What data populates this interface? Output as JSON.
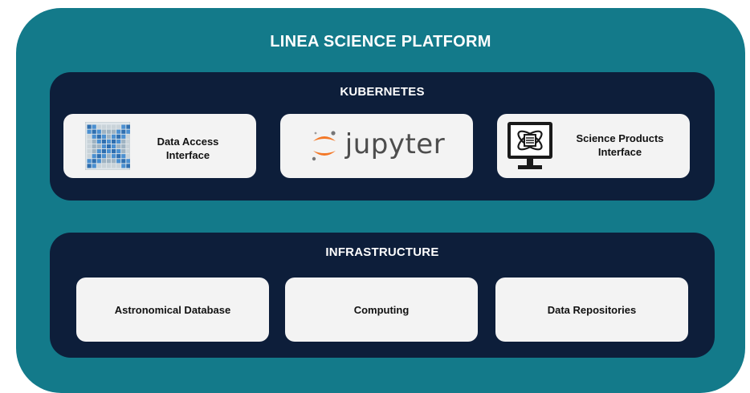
{
  "platform": {
    "title": "LINEA SCIENCE PLATFORM"
  },
  "kubernetes": {
    "title": "KUBERNETES",
    "cards": [
      {
        "label_line1": "Data Access",
        "label_line2": "Interface",
        "icon": "data-access-grid-icon"
      },
      {
        "label": "jupyter",
        "icon": "jupyter-logo-icon"
      },
      {
        "label_line1": "Science Products",
        "label_line2": "Interface",
        "icon": "monitor-atom-icon"
      }
    ]
  },
  "infrastructure": {
    "title": "INFRASTRUCTURE",
    "cards": [
      {
        "label": "Astronomical Database"
      },
      {
        "label": "Computing"
      },
      {
        "label": "Data Repositories"
      }
    ]
  },
  "colors": {
    "platform_bg": "#137a8a",
    "panel_bg": "#0d1e3a",
    "card_bg": "#f3f3f3",
    "jupyter_orange": "#f37726"
  }
}
